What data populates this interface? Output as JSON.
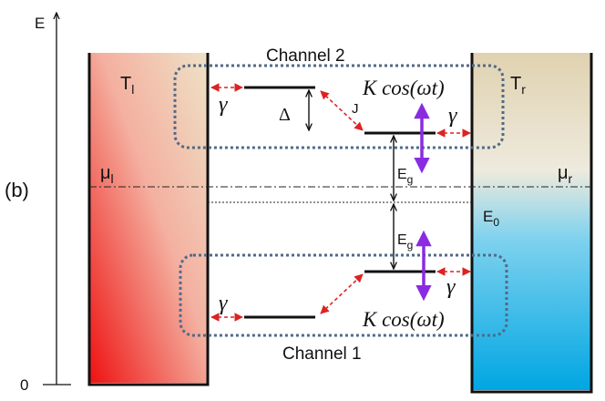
{
  "axis": {
    "top_label": "E",
    "bottom_label": "0"
  },
  "panel_label": "(b)",
  "reservoirs": {
    "left": {
      "temp_main": "T",
      "temp_sub": "l",
      "mu_main": "μ",
      "mu_sub": "l"
    },
    "right": {
      "temp_main": "T",
      "temp_sub": "r",
      "mu_main": "μ",
      "mu_sub": "r",
      "e_main": "E",
      "e_sub": "0"
    }
  },
  "channels": {
    "top": "Channel 2",
    "bottom": "Channel 1"
  },
  "symbols": {
    "gamma": "γ",
    "delta": "Δ",
    "j": "J",
    "drive": "K cos(ωt)",
    "gap_main": "E",
    "gap_sub": "g"
  },
  "colors": {
    "left_hot": "#ee1111",
    "left_light": "#f2e6cc",
    "right_cold": "#00a8e6",
    "right_light": "#e7e0c6",
    "tunnel": "#dd2222",
    "drive_arrow": "#8a2be2",
    "channel_box": "#506a8a"
  }
}
